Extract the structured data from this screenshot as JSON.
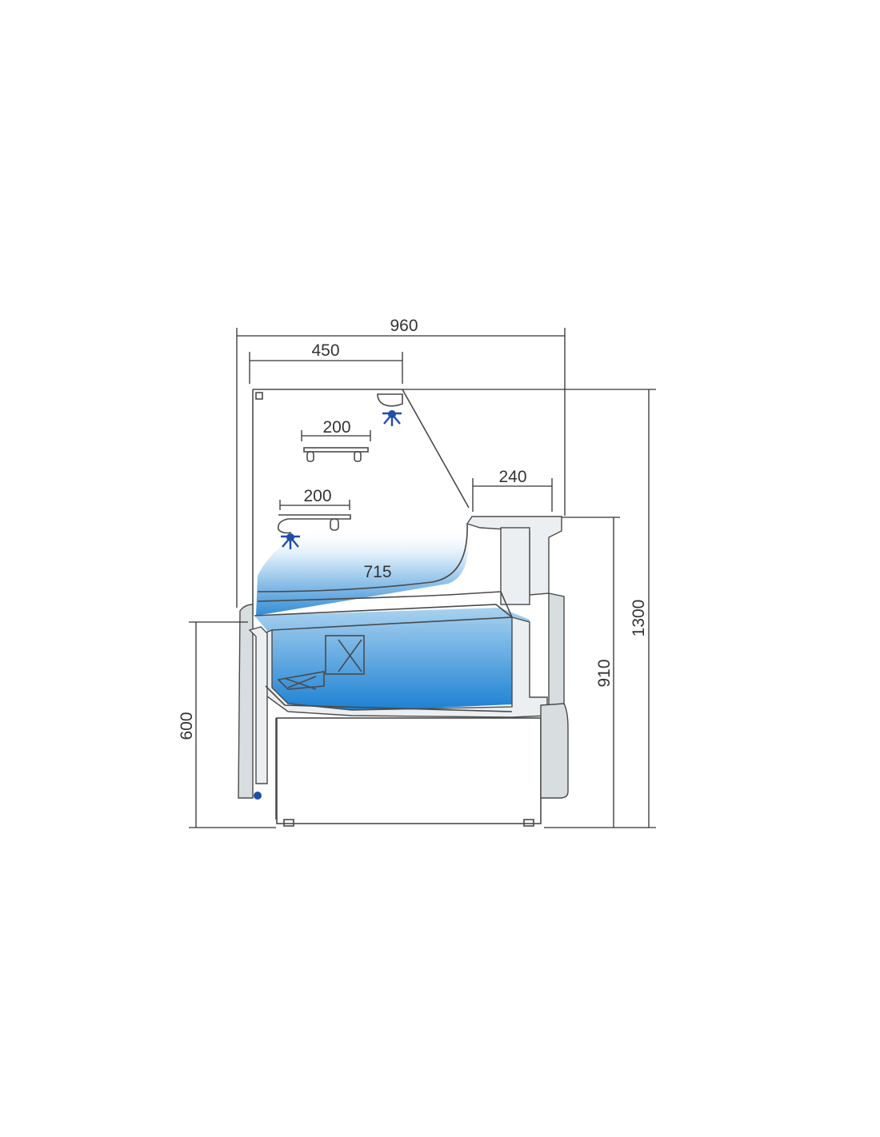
{
  "dimensions": {
    "total_width": "960",
    "glass_top_depth": "450",
    "upper_shelf_depth": "200",
    "lower_shelf_depth": "200",
    "service_top_depth": "240",
    "display_depth": "715",
    "front_height": "600",
    "counter_height": "910",
    "total_height": "1300"
  },
  "colors": {
    "line": "#333333",
    "cold_zone_top": "#ffffff",
    "cold_zone_bottom": "#1a7fd0",
    "lamp": "#1f4fa8",
    "panel": "#d8dde0"
  },
  "icons": [
    "lamp-icon",
    "lamp-icon",
    "lamp-icon"
  ]
}
